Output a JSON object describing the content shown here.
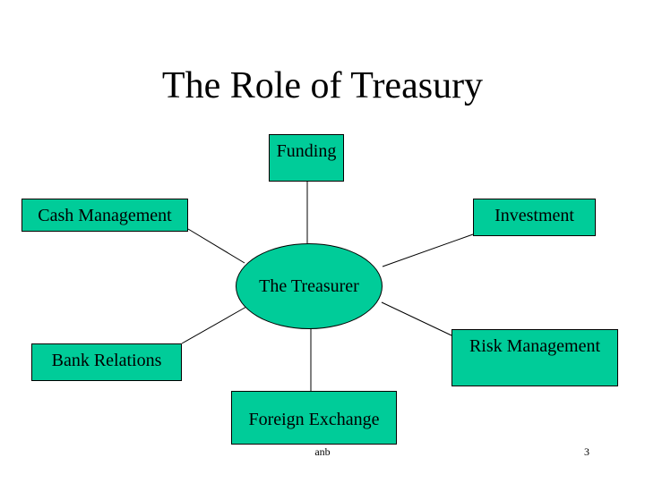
{
  "title": "The Role of Treasury",
  "center": {
    "label": "The Treasurer"
  },
  "nodes": {
    "funding": "Funding",
    "cash_management": "Cash Management",
    "investment": "Investment",
    "bank_relations": "Bank Relations",
    "risk_management": "Risk Management",
    "foreign_exchange": "Foreign Exchange"
  },
  "footer": {
    "text": "anb",
    "page": "3"
  },
  "colors": {
    "node_fill": "#00cc99",
    "outline": "#000000",
    "background": "#ffffff"
  }
}
